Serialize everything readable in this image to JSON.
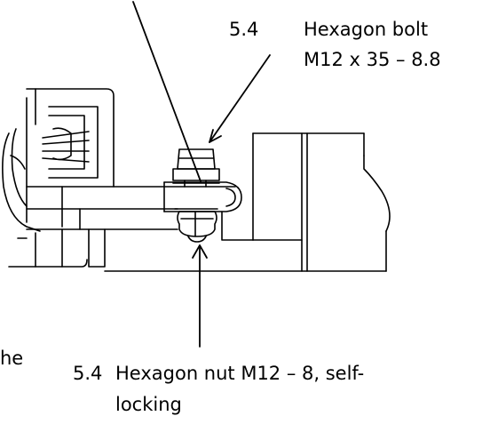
{
  "labels": {
    "bolt_num": "5.4",
    "bolt_name": "Hexagon bolt",
    "bolt_spec": "M12 x 35 – 8.8",
    "nut_num": "5.4",
    "nut_line1": "Hexagon nut M12 – 8, self-",
    "nut_line2": "locking",
    "cut_off_fragment": "he"
  }
}
